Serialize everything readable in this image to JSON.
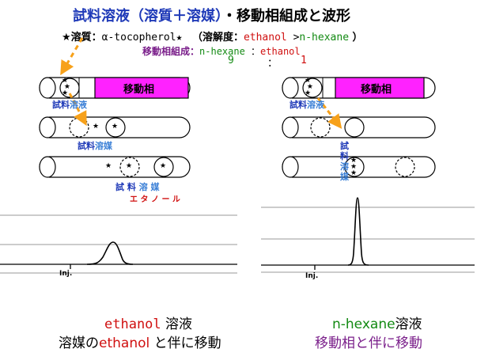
{
  "colors": {
    "blue": "#1f3ab8",
    "sky": "#3a7fd6",
    "red": "#d01010",
    "green": "#138a13",
    "purple": "#7a1e8a",
    "magenta": "#ff22ff",
    "orange": "#f7a11a"
  },
  "header": {
    "title_part1": "試料溶液",
    "title_part2": "（溶質＋溶媒）",
    "title_part3": "・移動相組成と波形",
    "solute_label": "★溶質：",
    "solute_name": "α-tocopherol★",
    "solubility_label": "（溶解度：",
    "solubility_ethanol": "ethanol",
    "solubility_gt": " >",
    "solubility_hexane": "n-hexane",
    "solubility_close": " ）",
    "mobile_label": "移動相組成：",
    "mobile_hexane": "n-hexane",
    "mobile_sep": " ：",
    "mobile_ethanol": "ethanol",
    "ratio_hexane": "9",
    "ratio_colon": "：",
    "ratio_ethanol": "1"
  },
  "left": {
    "mobile_phase_label": "移動相",
    "label_1_sample": "試料",
    "label_1_solvent": "溶液",
    "label_2_sample": "試料",
    "label_2_solvent": "溶媒",
    "label_3_sample": "試 料",
    "label_3_solvent": "溶 媒",
    "ethanol_note": "エ タ ノ ー ル",
    "injection": "Inj.",
    "caption_line1_ethanol": "ethanol",
    "caption_line1_rest": " 溶液",
    "caption_line2_prefix": "溶媒の",
    "caption_line2_ethanol": "ethanol",
    "caption_line2_suffix": " と伴に移動"
  },
  "right": {
    "mobile_phase_label": "移動相",
    "label_1_sample": "試料",
    "label_1_solvent": "溶液",
    "label_2_sample": "試",
    "label_2_sample2": "料",
    "label_2_solvent": "溶",
    "label_2_solvent2": "媒",
    "injection": "Inj.",
    "caption_line1_hexane": "n-hexane",
    "caption_line1_rest": "溶液",
    "caption_line2": "移動相と伴に移動"
  }
}
